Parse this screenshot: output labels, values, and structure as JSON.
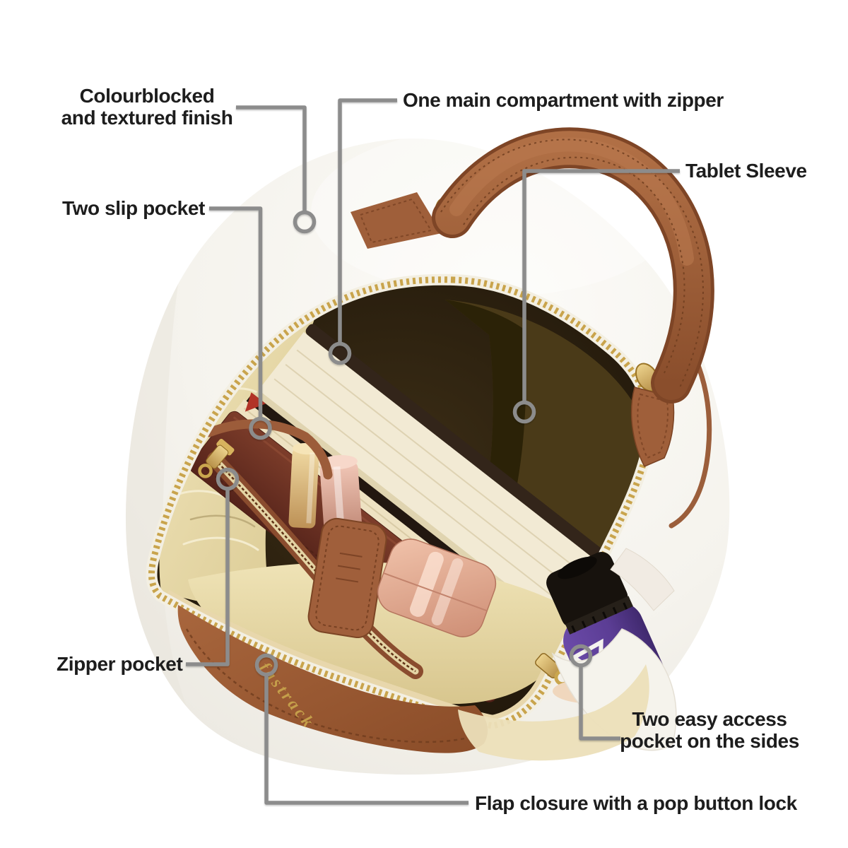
{
  "product": {
    "type": "mini backpack, open top view with contents",
    "brand_logo": "fastrack"
  },
  "colors": {
    "line": "#8c8c8c",
    "text": "#1d1d1d",
    "brand_gold": "#c59f4a",
    "bag_white": "#f6f4ef",
    "leather_tan": "#a0603c",
    "lining_beige": "#e9dcab",
    "bottle_purple": "#5b3d94"
  },
  "annotations": [
    {
      "id": "colourblocked-finish",
      "label": "Colourblocked and textured finish",
      "lines": [
        "Colourblocked",
        "and textured finish"
      ]
    },
    {
      "id": "main-compartment",
      "label": "One main compartment with zipper",
      "lines": [
        "One main compartment with zipper"
      ]
    },
    {
      "id": "tablet-sleeve",
      "label": "Tablet Sleeve",
      "lines": [
        "Tablet Sleeve"
      ]
    },
    {
      "id": "slip-pocket",
      "label": "Two slip pocket",
      "lines": [
        "Two slip pocket"
      ]
    },
    {
      "id": "zipper-pocket",
      "label": "Zipper pocket",
      "lines": [
        "Zipper pocket"
      ]
    },
    {
      "id": "easy-access-pockets",
      "label": "Two easy access pocket on the sides",
      "lines": [
        "Two easy access",
        "pocket on the sides"
      ]
    },
    {
      "id": "flap-closure",
      "label": "Flap closure with a pop button lock",
      "lines": [
        "Flap closure with a pop button lock"
      ]
    }
  ]
}
